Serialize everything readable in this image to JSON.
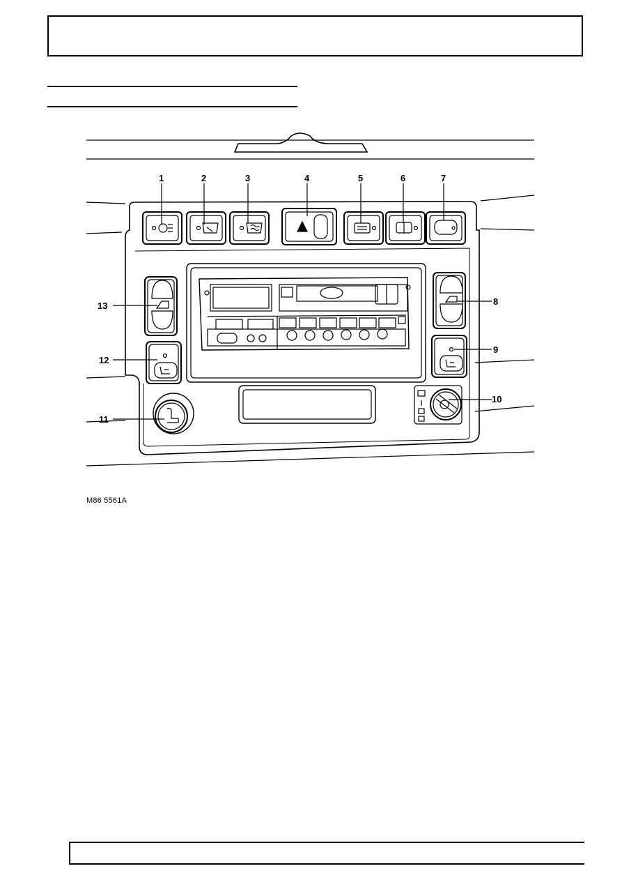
{
  "figure": {
    "reference": "M86 5561A",
    "callouts": [
      {
        "id": "c1",
        "label": "1"
      },
      {
        "id": "c2",
        "label": "2"
      },
      {
        "id": "c3",
        "label": "3"
      },
      {
        "id": "c4",
        "label": "4"
      },
      {
        "id": "c5",
        "label": "5"
      },
      {
        "id": "c6",
        "label": "6"
      },
      {
        "id": "c7",
        "label": "7"
      },
      {
        "id": "c8",
        "label": "8"
      },
      {
        "id": "c9",
        "label": "9"
      },
      {
        "id": "c10",
        "label": "10"
      },
      {
        "id": "c11",
        "label": "11"
      },
      {
        "id": "c12",
        "label": "12"
      },
      {
        "id": "c13",
        "label": "13"
      }
    ]
  }
}
